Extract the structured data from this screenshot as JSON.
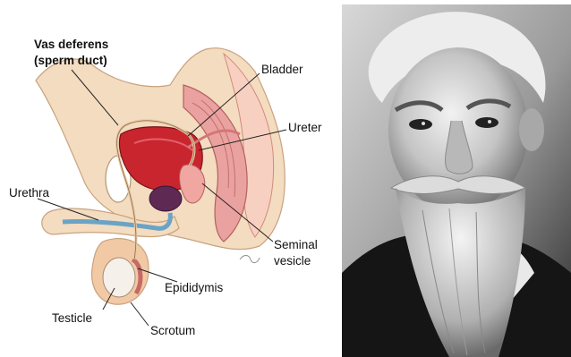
{
  "diagram": {
    "labels": {
      "vas_deferens_line1": "Vas deferens",
      "vas_deferens_line2": "(sperm duct)",
      "bladder": "Bladder",
      "ureter": "Ureter",
      "urethra": "Urethra",
      "seminal_vesicle_line1": "Seminal",
      "seminal_vesicle_line2": "vesicle",
      "epididymis": "Epididymis",
      "testicle": "Testicle",
      "scrotum": "Scrotum"
    }
  },
  "photo": {
    "subject": "portrait of elderly bearded man",
    "style": "black-and-white"
  }
}
